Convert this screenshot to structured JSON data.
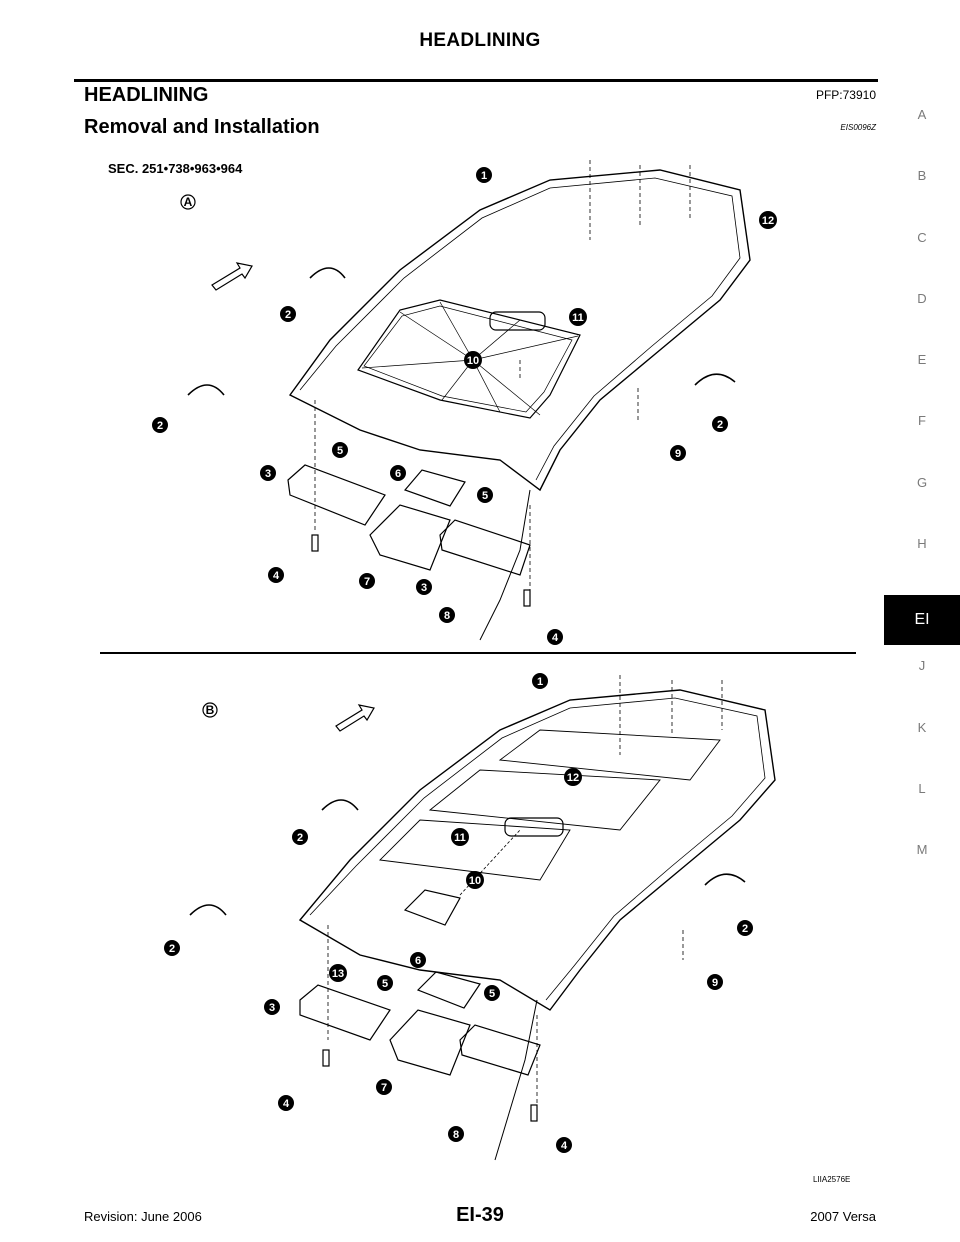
{
  "header": {
    "title": "HEADLINING"
  },
  "section": {
    "title": "HEADLINING",
    "part_code": "PFP:73910"
  },
  "subsection": {
    "title": "Removal and Installation",
    "ref_code": "EIS0096Z"
  },
  "side_index": [
    "A",
    "B",
    "C",
    "D",
    "E",
    "F",
    "G",
    "H",
    "EI",
    "J",
    "K",
    "L",
    "M"
  ],
  "side_index_active": "EI",
  "diagram": {
    "sec_label": "SEC. 251•738•963•964",
    "view_a": "A",
    "view_b": "B",
    "image_id": "LIIA2576E"
  },
  "footer": {
    "revision": "Revision: June 2006",
    "page": "EI-39",
    "model": "2007 Versa"
  }
}
